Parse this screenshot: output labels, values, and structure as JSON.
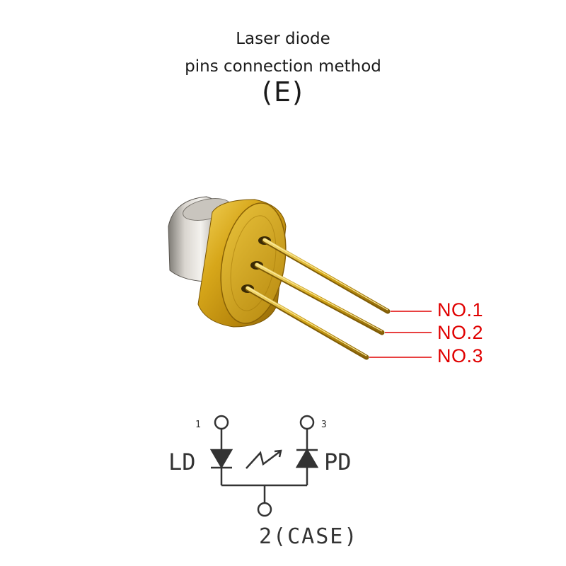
{
  "title": {
    "line1": "Laser diode",
    "line2": "pins connection method",
    "line3": "(E)"
  },
  "pins": [
    {
      "label": "NO.1"
    },
    {
      "label": "NO.2"
    },
    {
      "label": "NO.3"
    }
  ],
  "schematic": {
    "pin1_number": "1",
    "pin3_number": "3",
    "ld_label": "LD",
    "pd_label": "PD",
    "pin2_label": "2(CASE)"
  },
  "colors": {
    "label_red": "#e00000",
    "gold": "#d4a514",
    "schematic_ink": "#333333"
  }
}
